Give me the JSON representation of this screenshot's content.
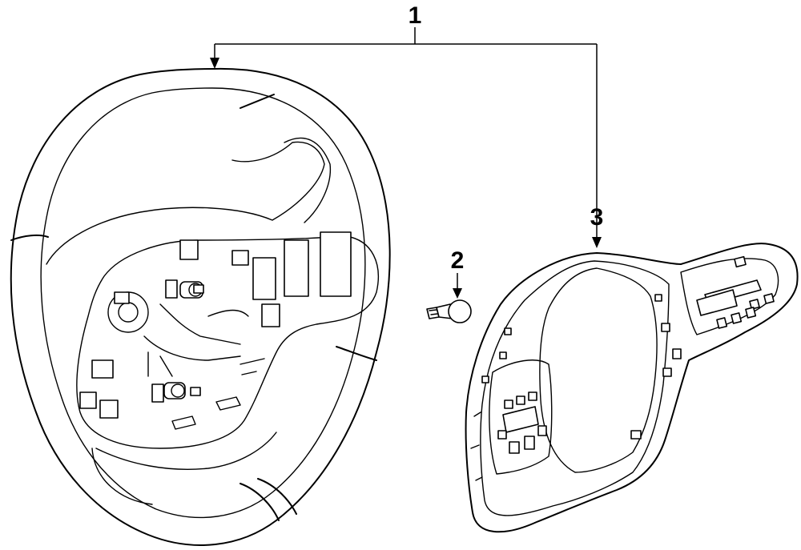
{
  "callouts": {
    "c1": "1",
    "c2": "2",
    "c3": "3"
  },
  "parts": {
    "p1": "steering-wheel-icon",
    "p2": "bolt-icon",
    "p3": "switch-bezel-icon"
  },
  "colors": {
    "line": "#000000",
    "background": "#ffffff"
  }
}
